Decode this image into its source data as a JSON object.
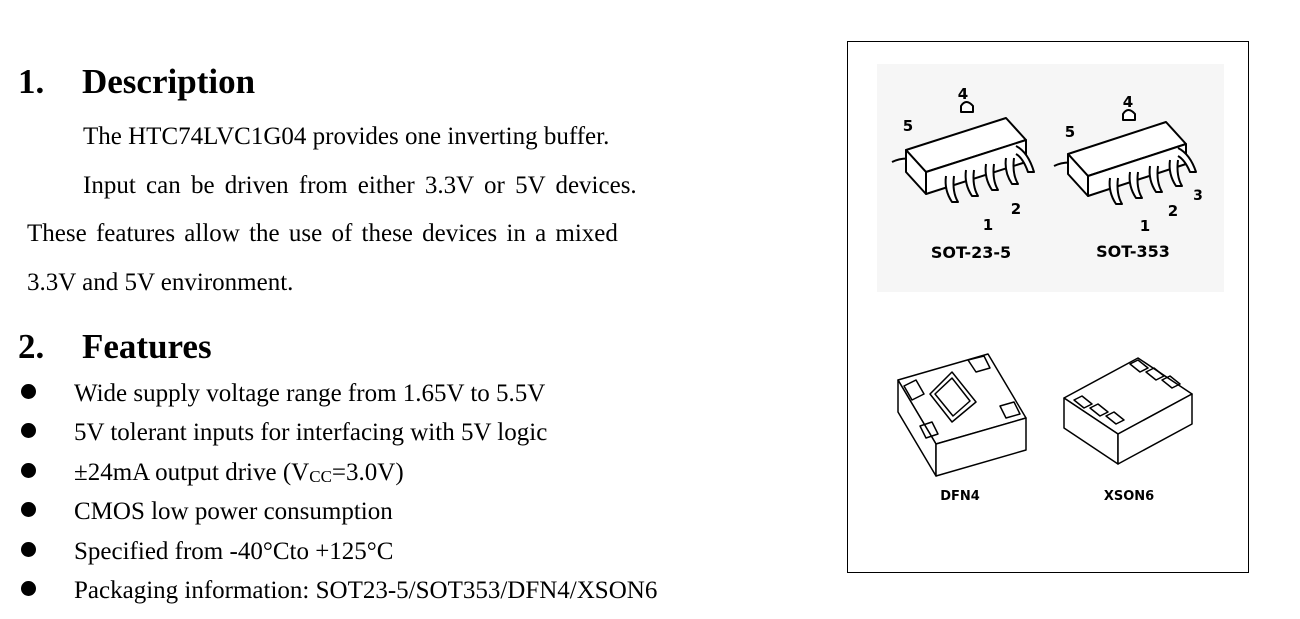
{
  "description": {
    "number": "1.",
    "title": "Description",
    "lines": [
      "The HTC74LVC1G04 provides one inverting buffer.",
      "Input can be driven from either 3.3V or 5V devices.",
      "These features allow the use of these devices in a mixed",
      "3.3V and 5V environment."
    ]
  },
  "features": {
    "number": "2.",
    "title": "Features",
    "items": [
      "Wide supply voltage range from 1.65V to 5.5V",
      "5V tolerant inputs for interfacing with 5V logic",
      "CMOS low power consumption",
      "Specified from -40°Cto +125°C",
      "Packaging information: SOT23-5/SOT353/DFN4/XSON6"
    ],
    "drive_item": {
      "prefix": "±24mA output drive (V",
      "sub": "CC",
      "suffix": "=3.0V)"
    }
  },
  "packages": {
    "sot23_5": {
      "label": "SOT-23-5",
      "pins": [
        "1",
        "2",
        "4",
        "5"
      ]
    },
    "sot353": {
      "label": "SOT-353",
      "pins": [
        "1",
        "2",
        "3",
        "4",
        "5"
      ]
    },
    "dfn4": {
      "label": "DFN4"
    },
    "xson6": {
      "label": "XSON6"
    }
  }
}
